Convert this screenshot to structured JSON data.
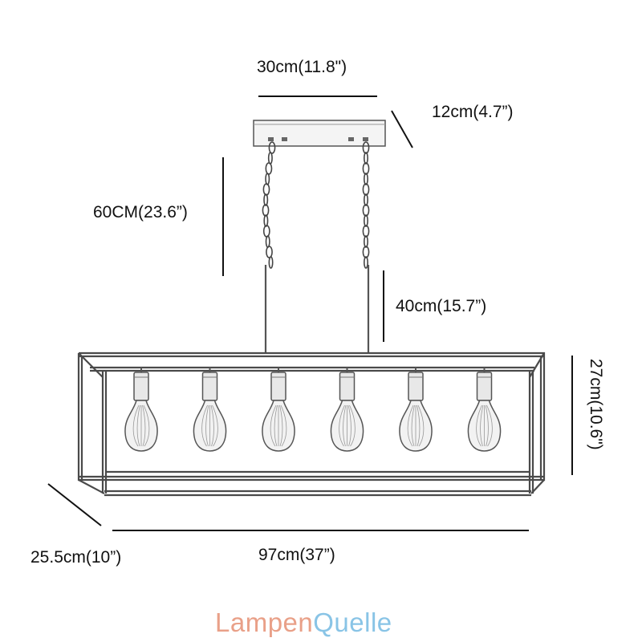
{
  "dimensions": {
    "top_width": "30cm(11.8\")",
    "plate_depth": "12cm(4.7”)",
    "chain_length": "60CM(23.6”)",
    "rod_length": "40cm(15.7”)",
    "height": "27cm(10.6\")",
    "depth": "25.5cm(10”)",
    "width": "97cm(37”)"
  },
  "brand": {
    "part1": "Lampen",
    "part2": "Quelle"
  },
  "colors": {
    "line": "#111111",
    "frame": "#444444",
    "brand_orange": "#e9a088",
    "brand_blue": "#89c4e6"
  },
  "bulb_count": 6
}
